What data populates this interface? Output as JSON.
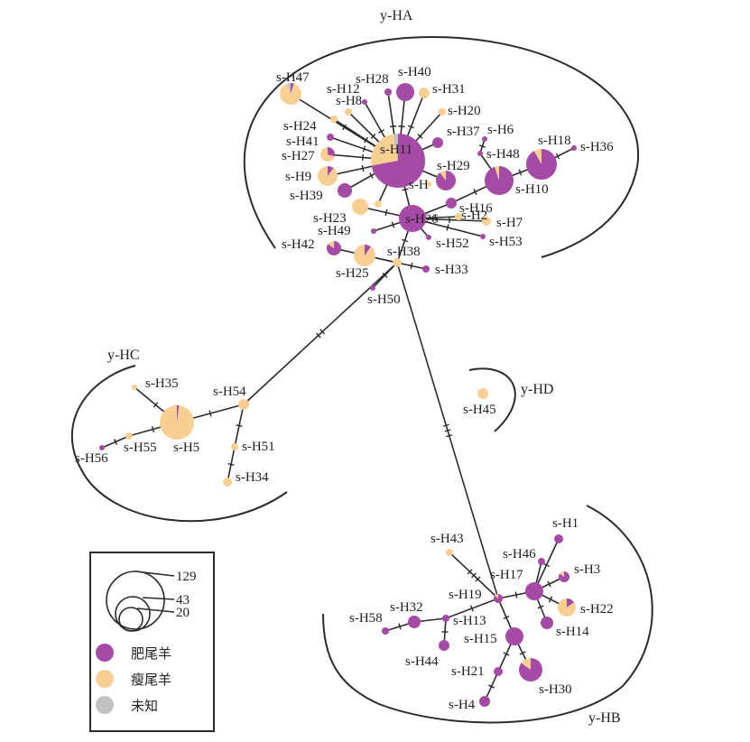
{
  "colors": {
    "fat_tail": "#a54aa5",
    "thin_tail": "#f7cf92",
    "unknown": "#c2c2c2",
    "edge": "#2b2b2b"
  },
  "groups": [
    {
      "id": "HA",
      "label": "y-HA"
    },
    {
      "id": "HB",
      "label": "y-HB"
    },
    {
      "id": "HC",
      "label": "y-HC"
    },
    {
      "id": "HD",
      "label": "y-HD"
    }
  ],
  "legend": {
    "sizes": [
      "129",
      "43",
      "20"
    ],
    "categories": [
      {
        "key": "fat_tail",
        "label": "肥尾羊"
      },
      {
        "key": "thin_tail",
        "label": "瘦尾羊"
      },
      {
        "key": "unknown",
        "label": "未知"
      }
    ]
  },
  "nodes": [
    {
      "id": "H11",
      "label": "s-H11",
      "pie": [
        0.72,
        0.25,
        0.03
      ]
    },
    {
      "id": "H26",
      "label": "s-H26",
      "pie": [
        1,
        0,
        0
      ]
    },
    {
      "id": "H47",
      "label": "s-H47",
      "pie": [
        0.05,
        0.9,
        0.05
      ]
    },
    {
      "id": "H28",
      "label": "s-H28",
      "pie": [
        1,
        0,
        0
      ]
    },
    {
      "id": "H40",
      "label": "s-H40",
      "pie": [
        1,
        0,
        0
      ]
    },
    {
      "id": "H12",
      "label": "s-H12",
      "pie": [
        1,
        0,
        0
      ]
    },
    {
      "id": "H31",
      "label": "s-H31",
      "pie": [
        0,
        1,
        0
      ]
    },
    {
      "id": "H8",
      "label": "s-H8",
      "pie": [
        0,
        1,
        0
      ]
    },
    {
      "id": "H20",
      "label": "s-H20",
      "pie": [
        0,
        1,
        0
      ]
    },
    {
      "id": "H24",
      "label": "s-H24",
      "pie": [
        0,
        1,
        0
      ]
    },
    {
      "id": "H37",
      "label": "s-H37",
      "pie": [
        1,
        0,
        0
      ]
    },
    {
      "id": "H6",
      "label": "s-H6",
      "pie": [
        1,
        0,
        0
      ]
    },
    {
      "id": "H41",
      "label": "s-H41",
      "pie": [
        1,
        0,
        0
      ]
    },
    {
      "id": "H27",
      "label": "s-H27",
      "pie": [
        0.3,
        0.7,
        0
      ]
    },
    {
      "id": "H48",
      "label": "s-H48",
      "pie": [
        1,
        0,
        0
      ]
    },
    {
      "id": "H18",
      "label": "s-H18",
      "pie": [
        0.92,
        0.08,
        0
      ]
    },
    {
      "id": "H36",
      "label": "s-H36",
      "pie": [
        1,
        0,
        0
      ]
    },
    {
      "id": "H29",
      "label": "s-H29",
      "pie": [
        0.9,
        0.1,
        0
      ]
    },
    {
      "id": "H10",
      "label": "s-H10",
      "pie": [
        0.95,
        0.05,
        0
      ]
    },
    {
      "id": "H9",
      "label": "s-H9",
      "pie": [
        0.1,
        0.9,
        0
      ]
    },
    {
      "id": "H_",
      "label": "s-H",
      "pie": [
        0,
        1,
        0
      ]
    },
    {
      "id": "H39",
      "label": "s-H39",
      "pie": [
        1,
        0,
        0
      ]
    },
    {
      "id": "H16",
      "label": "s-H16",
      "pie": [
        1,
        0,
        0
      ]
    },
    {
      "id": "H23",
      "label": "s-H23",
      "pie": [
        0,
        1,
        0
      ]
    },
    {
      "id": "H23b",
      "label": "",
      "pie": [
        0,
        1,
        0
      ]
    },
    {
      "id": "H2",
      "label": "s-H2",
      "pie": [
        0,
        1,
        0
      ]
    },
    {
      "id": "H7",
      "label": "s-H7",
      "pie": [
        0,
        1,
        0
      ]
    },
    {
      "id": "H49",
      "label": "s-H49",
      "pie": [
        1,
        0,
        0
      ]
    },
    {
      "id": "H52",
      "label": "s-H52",
      "pie": [
        1,
        0,
        0
      ]
    },
    {
      "id": "H53",
      "label": "s-H53",
      "pie": [
        1,
        0,
        0
      ]
    },
    {
      "id": "H42",
      "label": "s-H42",
      "pie": [
        0.85,
        0.15,
        0
      ]
    },
    {
      "id": "H38",
      "label": "s-H38",
      "pie": [
        0,
        1,
        0
      ]
    },
    {
      "id": "H25",
      "label": "s-H25",
      "pie": [
        0.1,
        0.9,
        0
      ]
    },
    {
      "id": "H33",
      "label": "s-H33",
      "pie": [
        1,
        0,
        0
      ]
    },
    {
      "id": "H50",
      "label": "s-H50",
      "pie": [
        1,
        0,
        0
      ]
    },
    {
      "id": "H35",
      "label": "s-H35",
      "pie": [
        0,
        1,
        0
      ]
    },
    {
      "id": "H54",
      "label": "s-H54",
      "pie": [
        0,
        1,
        0
      ]
    },
    {
      "id": "H5",
      "label": "s-H5",
      "pie": [
        0.02,
        0.98,
        0
      ]
    },
    {
      "id": "H55",
      "label": "s-H55",
      "pie": [
        0,
        1,
        0
      ]
    },
    {
      "id": "H56",
      "label": "s-H56",
      "pie": [
        1,
        0,
        0
      ]
    },
    {
      "id": "H51",
      "label": "s-H51",
      "pie": [
        0,
        1,
        0
      ]
    },
    {
      "id": "H34",
      "label": "s-H34",
      "pie": [
        0,
        1,
        0
      ]
    },
    {
      "id": "H45",
      "label": "s-H45",
      "pie": [
        0,
        1,
        0
      ]
    },
    {
      "id": "H43",
      "label": "s-H43",
      "pie": [
        0,
        1,
        0
      ]
    },
    {
      "id": "H1",
      "label": "s-H1",
      "pie": [
        1,
        0,
        0
      ]
    },
    {
      "id": "H46",
      "label": "s-H46",
      "pie": [
        1,
        0,
        0
      ]
    },
    {
      "id": "H17",
      "label": "s-H17",
      "pie": [
        1,
        0,
        0
      ]
    },
    {
      "id": "H3",
      "label": "s-H3",
      "pie": [
        0.85,
        0.15,
        0
      ]
    },
    {
      "id": "H19",
      "label": "s-H19",
      "pie": [
        0.85,
        0.15,
        0
      ]
    },
    {
      "id": "H22",
      "label": "s-H22",
      "pie": [
        0.15,
        0.85,
        0
      ]
    },
    {
      "id": "H32",
      "label": "s-H32",
      "pie": [
        1,
        0,
        0
      ]
    },
    {
      "id": "H13",
      "label": "s-H13",
      "pie": [
        1,
        0,
        0
      ]
    },
    {
      "id": "H58",
      "label": "s-H58",
      "pie": [
        1,
        0,
        0
      ]
    },
    {
      "id": "H14",
      "label": "s-H14",
      "pie": [
        1,
        0,
        0
      ]
    },
    {
      "id": "H15",
      "label": "s-H15",
      "pie": [
        1,
        0,
        0
      ]
    },
    {
      "id": "H44",
      "label": "s-H44",
      "pie": [
        1,
        0,
        0
      ]
    },
    {
      "id": "H21",
      "label": "s-H21",
      "pie": [
        1,
        0,
        0
      ]
    },
    {
      "id": "H30",
      "label": "s-H30",
      "pie": [
        0.85,
        0.15,
        0
      ]
    },
    {
      "id": "H4",
      "label": "s-H4",
      "pie": [
        1,
        0,
        0
      ]
    }
  ]
}
